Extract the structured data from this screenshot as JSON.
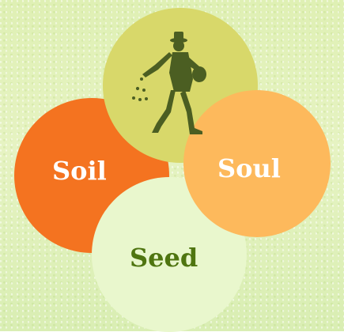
{
  "labels": {
    "soil": "Soil",
    "soul": "Soul",
    "seed": "Seed"
  },
  "colors": {
    "soil": "#f47320",
    "soul": "#fdb95c",
    "seed": "#e9f7cd",
    "sower_circle": "#d8d86a",
    "seed_text": "#4f7510",
    "sower_figure": "#4b5e22"
  },
  "icons": {
    "center_figure": "sower-icon"
  }
}
